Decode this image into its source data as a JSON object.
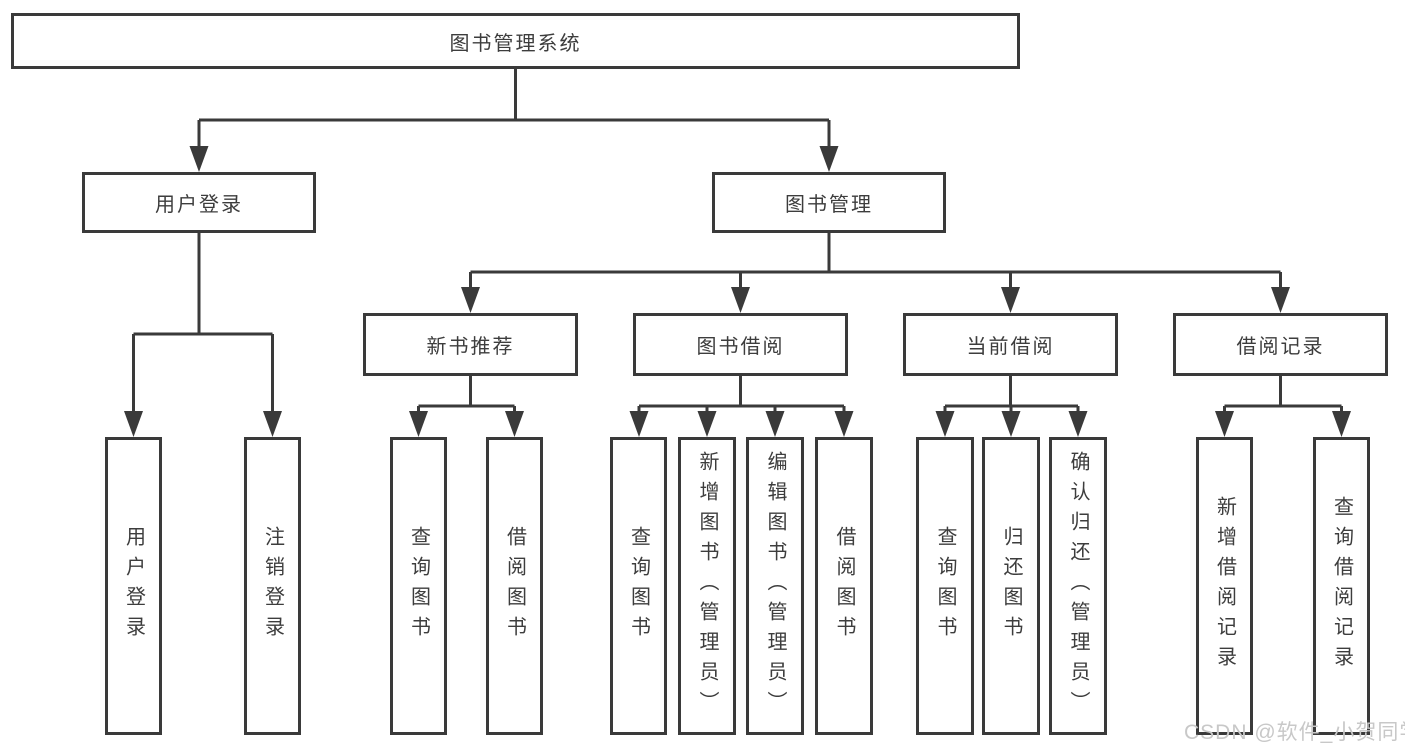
{
  "colors": {
    "line": "#3a3a3a",
    "text": "#3d3d3d",
    "box_background": "#ffffff",
    "watermark": "#c8c8c8"
  },
  "watermark": {
    "text": "CSDN @软件_小贺同学"
  },
  "tree": {
    "root": {
      "label": "图书管理系统"
    },
    "level2": [
      {
        "label": "用户登录",
        "children": [
          {
            "label": "用户登录"
          },
          {
            "label": "注销登录"
          }
        ]
      },
      {
        "label": "图书管理",
        "children": [
          {
            "label": "新书推荐",
            "children": [
              {
                "label": "查询图书"
              },
              {
                "label": "借阅图书"
              }
            ]
          },
          {
            "label": "图书借阅",
            "children": [
              {
                "label": "查询图书"
              },
              {
                "label": "新增图书（管理员）"
              },
              {
                "label": "编辑图书（管理员）"
              },
              {
                "label": "借阅图书"
              }
            ]
          },
          {
            "label": "当前借阅",
            "children": [
              {
                "label": "查询图书"
              },
              {
                "label": "归还图书"
              },
              {
                "label": "确认归还（管理员）"
              }
            ]
          },
          {
            "label": "借阅记录",
            "children": [
              {
                "label": "新增借阅记录"
              },
              {
                "label": "查询借阅记录"
              }
            ]
          }
        ]
      }
    ]
  }
}
